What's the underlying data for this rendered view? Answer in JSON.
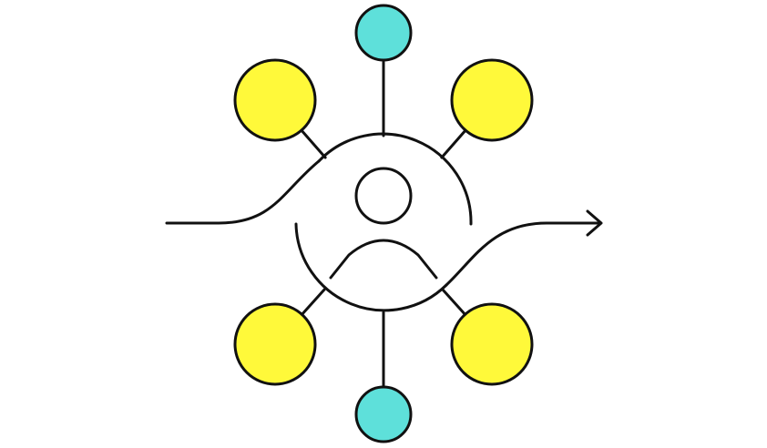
{
  "diagram": {
    "kind": "hub-and-spoke illustration",
    "center": {
      "icon": "user-icon"
    },
    "nodes": [
      {
        "id": "top",
        "color": "#5EE0DA",
        "icon": "circle-node"
      },
      {
        "id": "upper-left",
        "color": "#FFF93A",
        "icon": "circle-node"
      },
      {
        "id": "upper-right",
        "color": "#FFF93A",
        "icon": "circle-node"
      },
      {
        "id": "lower-left",
        "color": "#FFF93A",
        "icon": "circle-node"
      },
      {
        "id": "lower-right",
        "color": "#FFF93A",
        "icon": "circle-node"
      },
      {
        "id": "bottom",
        "color": "#5EE0DA",
        "icon": "circle-node"
      }
    ],
    "flow": {
      "icon": "arrow-right-icon"
    },
    "colors": {
      "stroke": "#111111",
      "background": "#FFFFFF",
      "yellow": "#FFF93A",
      "cyan": "#5EE0DA"
    }
  }
}
